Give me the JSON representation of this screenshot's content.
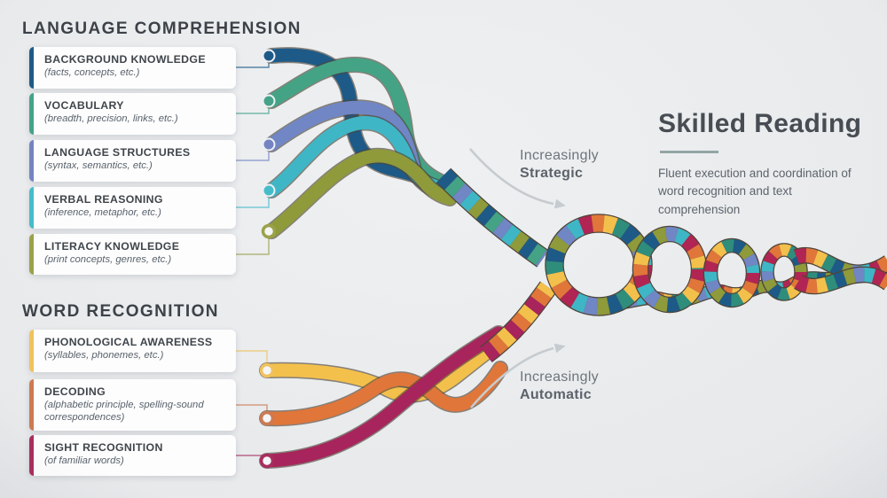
{
  "ropes": {
    "outline": "#4f4539",
    "main": [
      "#b02553",
      "#e0763a",
      "#f3c04c",
      "#2f8d7c",
      "#1d5a87",
      "#8f9a3a",
      "#7186c4",
      "#3fb6c5"
    ],
    "cool": [
      "#1d5a87",
      "#44a385",
      "#7186c4",
      "#3fb6c5",
      "#8f9a3a"
    ],
    "warm": [
      "#a8245c",
      "#e0763a",
      "#f3c04c"
    ]
  },
  "language_comprehension": {
    "title": "LANGUAGE COMPREHENSION",
    "items": [
      {
        "label": "BACKGROUND KNOWLEDGE",
        "sub": "(facts, concepts, etc.)",
        "color": "#1e5a88"
      },
      {
        "label": "VOCABULARY",
        "sub": "(breadth, precision, links, etc.)",
        "color": "#44a389"
      },
      {
        "label": "LANGUAGE STRUCTURES",
        "sub": "(syntax, semantics, etc.)",
        "color": "#7484c3"
      },
      {
        "label": "VERBAL REASONING",
        "sub": "(inference, metaphor, etc.)",
        "color": "#45bcca"
      },
      {
        "label": "LITERACY KNOWLEDGE",
        "sub": "(print concepts, genres, etc.)",
        "color": "#9ba14a"
      }
    ]
  },
  "word_recognition": {
    "title": "WORD RECOGNITION",
    "items": [
      {
        "label": "PHONOLOGICAL AWARENESS",
        "sub": "(syllables, phonemes, etc.)",
        "color": "#f0c25e"
      },
      {
        "label": "DECODING",
        "sub": "(alphabetic principle, spelling-sound correspondences)",
        "color": "#cd7a52"
      },
      {
        "label": "SIGHT RECOGNITION",
        "sub": "(of familiar words)",
        "color": "#a92d5e"
      }
    ]
  },
  "annotations": {
    "strategic": {
      "line1": "Increasingly",
      "line2": "Strategic"
    },
    "automatic": {
      "line1": "Increasingly",
      "line2": "Automatic"
    }
  },
  "skilled_reading": {
    "title": "Skilled Reading",
    "description": "Fluent execution and coordination of word recognition and text comprehension"
  }
}
